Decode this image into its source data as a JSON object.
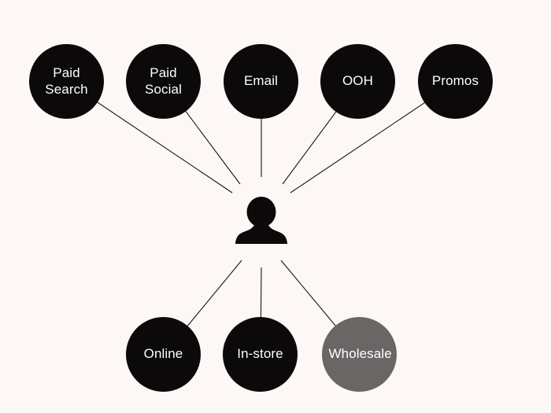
{
  "diagram": {
    "title": "marketing-channels-to-customer-to-purchase-channels",
    "background_color": "#fdf8f6",
    "node_color": "#0b0909",
    "node_text_color": "#ffffff",
    "highlight_node_color": "#6b6666",
    "edge_color": "#161616",
    "center_icon": "person-silhouette",
    "top_nodes": [
      {
        "label": "Paid Search"
      },
      {
        "label": "Paid Social"
      },
      {
        "label": "Email"
      },
      {
        "label": "OOH"
      },
      {
        "label": "Promos"
      }
    ],
    "bottom_nodes": [
      {
        "label": "Online",
        "color": "#0b0909"
      },
      {
        "label": "In-store",
        "color": "#0b0909"
      },
      {
        "label": "Wholesale",
        "color": "#6b6666"
      }
    ]
  }
}
